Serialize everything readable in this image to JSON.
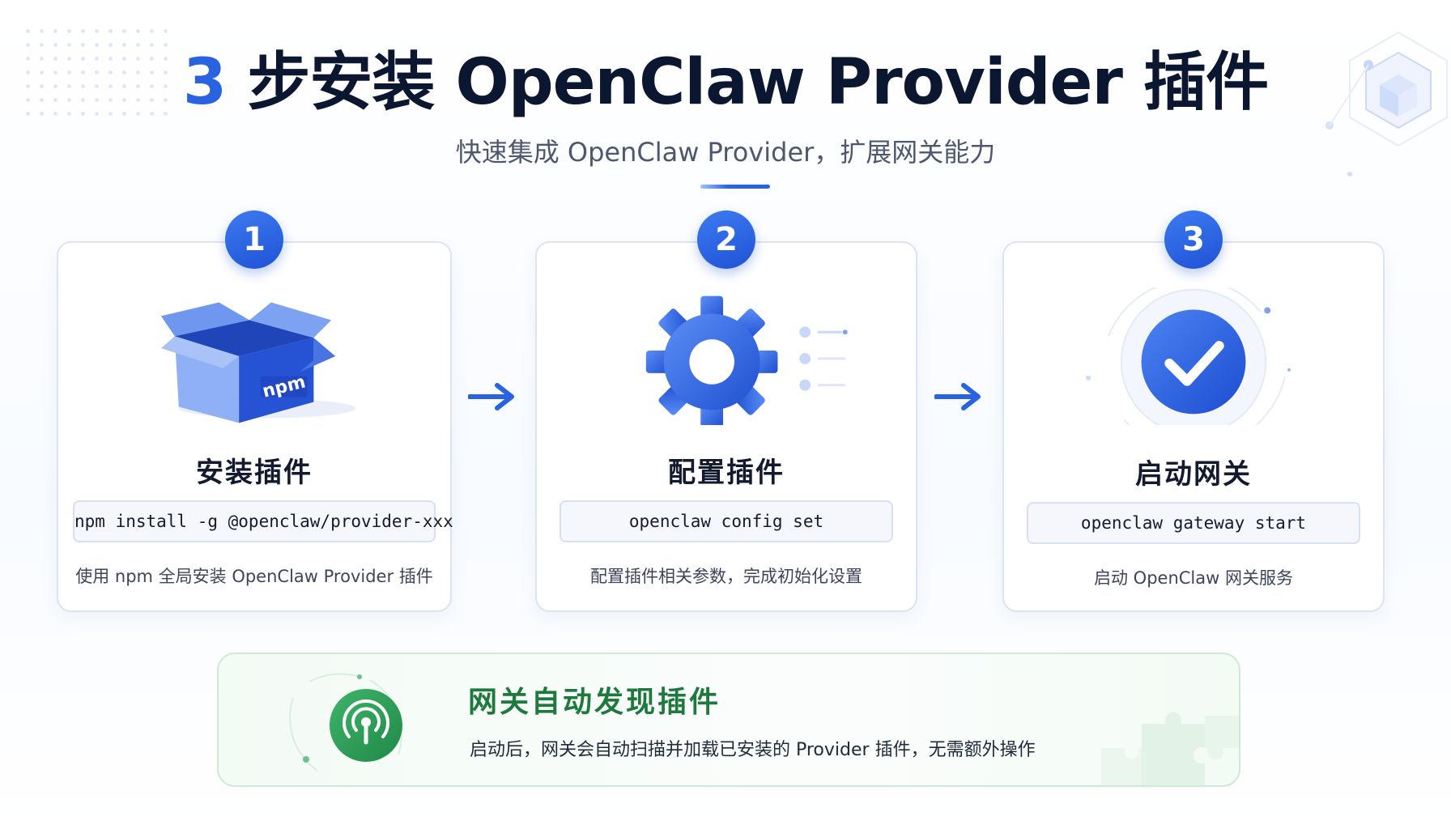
{
  "header": {
    "title_num": "3",
    "title_rest": " 步安装 OpenClaw Provider 插件",
    "subtitle": "快速集成 OpenClaw Provider，扩展网关能力"
  },
  "steps": [
    {
      "number": "1",
      "icon": "npm-box-icon",
      "icon_label": "npm",
      "title": "安装插件",
      "command": "npm install -g @openclaw/provider-xxx",
      "description": "使用 npm 全局安装 OpenClaw Provider 插件"
    },
    {
      "number": "2",
      "icon": "gear-icon",
      "title": "配置插件",
      "command": "openclaw config set",
      "description": "配置插件相关参数，完成初始化设置"
    },
    {
      "number": "3",
      "icon": "check-circle-icon",
      "title": "启动网关",
      "command": "openclaw gateway start",
      "description": "启动 OpenClaw 网关服务"
    }
  ],
  "footer": {
    "icon": "broadcast-antenna-icon",
    "title": "网关自动发现插件",
    "description": "启动后，网关会自动扫描并加载已安装的 Provider 插件，无需额外操作"
  },
  "colors": {
    "accent": "#2a63e0",
    "green": "#1e7a3c",
    "text": "#0b1630"
  }
}
